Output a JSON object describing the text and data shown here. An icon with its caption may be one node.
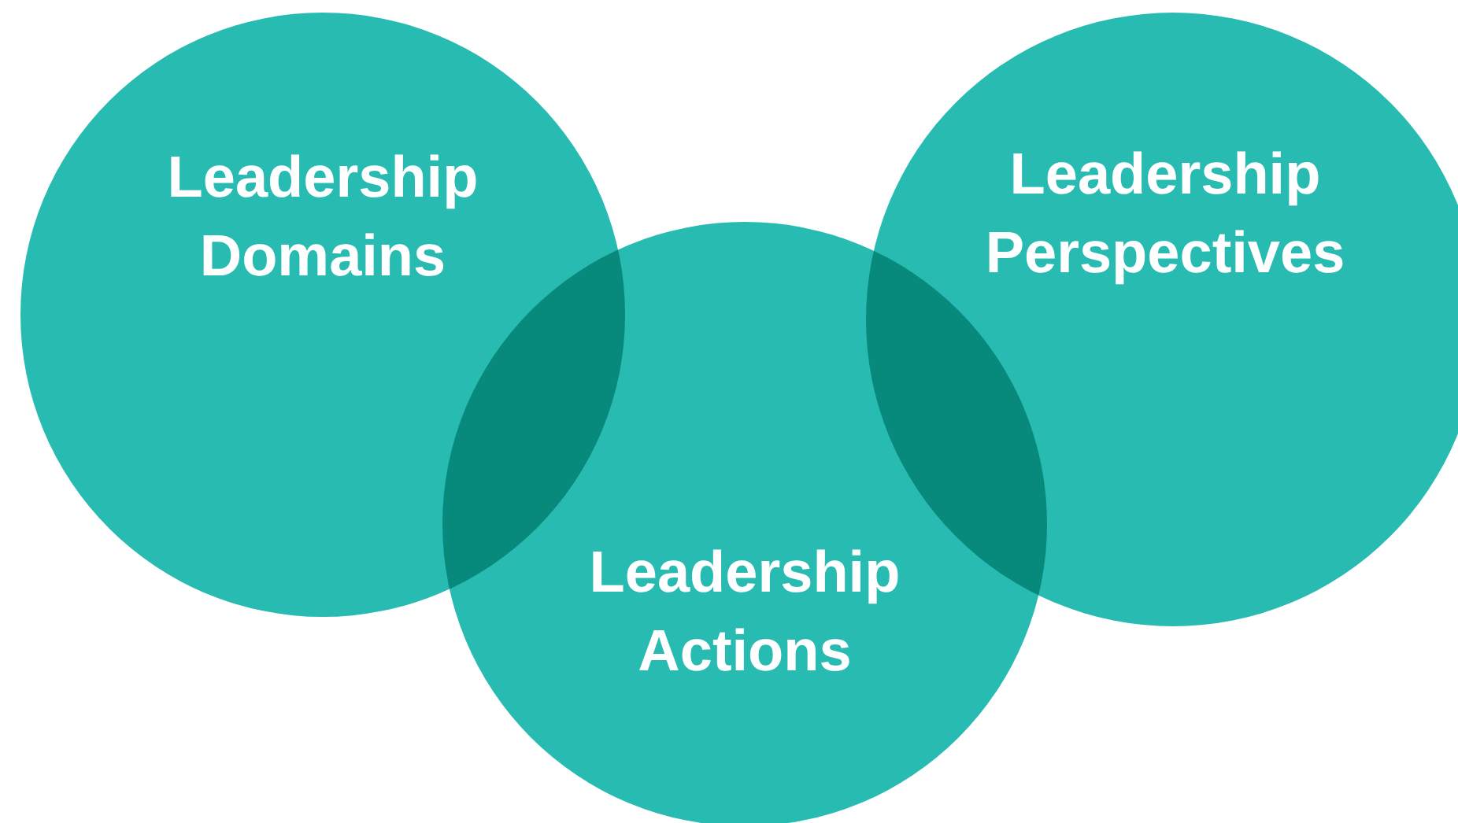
{
  "diagram": {
    "nodes": [
      {
        "text": [
          "Leadership Domains"
        ]
      },
      {
        "text": [
          "Leadership Actions"
        ]
      },
      {
        "text": [
          "Leadership Perspectives"
        ]
      }
    ]
  }
}
